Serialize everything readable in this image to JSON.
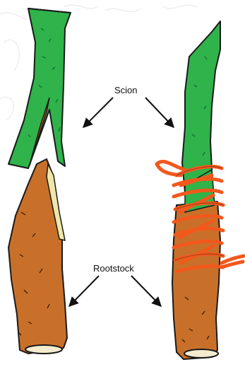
{
  "labels": {
    "scion": "Scion",
    "rootstock": "Rootstock"
  },
  "colors": {
    "scion_green": "#2fb34a",
    "rootstock_brown": "#c8702a",
    "cut_face_orange": "#f0541e",
    "cut_face_light": "#f0e6a8",
    "tie_orange": "#f2581c",
    "outline": "#1a1a1a"
  },
  "parts": {
    "separate": [
      "scion-cutting",
      "rootstock-cutting"
    ],
    "joined": [
      "grafted-scion",
      "grafting-tie",
      "grafted-rootstock"
    ]
  }
}
